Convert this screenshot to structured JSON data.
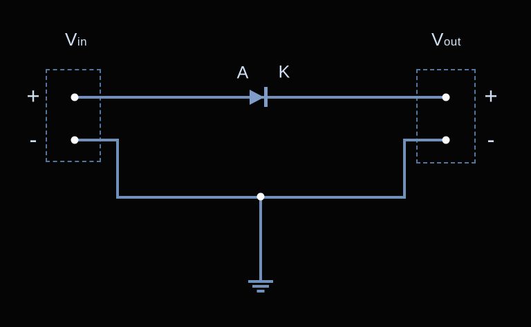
{
  "colors": {
    "background": "#050505",
    "wire": "#7191bd",
    "diode_fill": "#7f9dc8",
    "port_outline": "#54779f",
    "text": "#cfe0f4",
    "terminal_dot": "#fbfbfb"
  },
  "ports": {
    "input": {
      "name_main": "V",
      "name_sub": "in",
      "plus": "+",
      "minus": "-"
    },
    "output": {
      "name_main": "V",
      "name_sub": "out",
      "plus": "+",
      "minus": "-"
    }
  },
  "diode": {
    "anode": "A",
    "cathode": "K"
  }
}
